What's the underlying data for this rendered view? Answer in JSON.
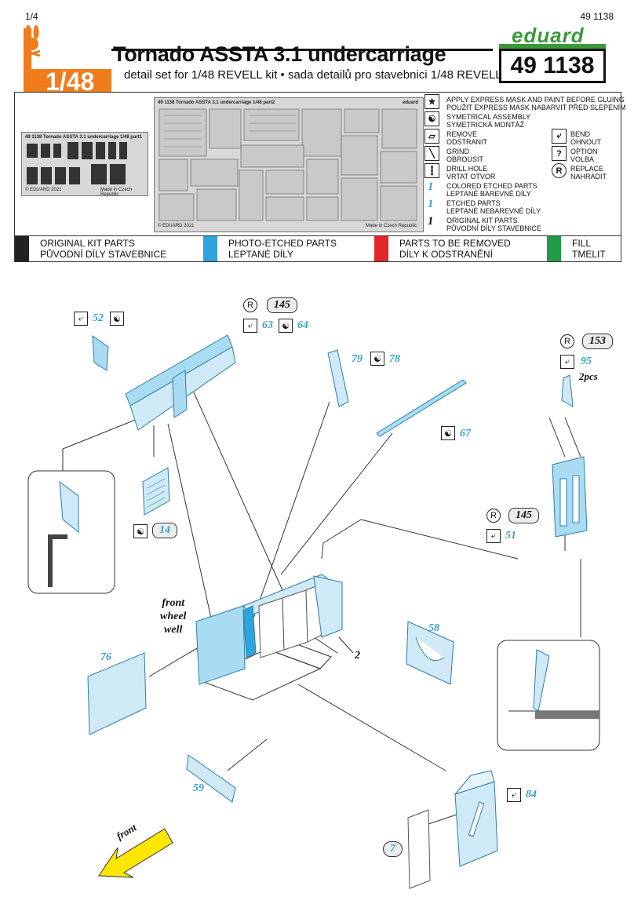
{
  "page": {
    "number": "1/4",
    "code_top": "49 1138"
  },
  "header": {
    "title": "Tornado ASSTA 3.1 undercarriage",
    "subtitle": "detail set for 1/48 REVELL kit • sada detailů pro stavebnici 1/48 REVELL",
    "scale": "1/48",
    "brand": "eduard",
    "product_code": "49 1138"
  },
  "frets": {
    "part1_label": "49 1138   Tornado ASSTA 3.1 undercarriage   1/48   part1",
    "part2_label": "49 1138   Tornado ASSTA 3.1 undercarriage   1/48   part2",
    "copyright": "© EDUARD 2021",
    "made_in": "Made in Czech Republic",
    "brand_small": "eduard"
  },
  "legend": [
    {
      "icon": "star-icon",
      "glyph": "★",
      "lines": [
        "APPLY EXPRESS MASK AND PAINT BEFORE GLUING",
        "POUŽIT EXPRESS MASK NABARVIT PŘED SLEPENÍM"
      ]
    },
    {
      "icon": "symmetric-icon",
      "glyph": "☯",
      "lines": [
        "SYMETRICAL ASSEMBLY",
        "SYMETRICKÁ MONTÁŽ"
      ]
    },
    {
      "icon": "remove-icon",
      "glyph": "▱",
      "lines": [
        "REMOVE",
        "ODSTRANIT"
      ]
    },
    {
      "icon": "grind-icon",
      "glyph": "╲",
      "lines": [
        "GRIND",
        "OBROUSIT"
      ]
    },
    {
      "icon": "drill-icon",
      "glyph": "┇",
      "lines": [
        "DRILL HOLE",
        "VRTAT OTVOR"
      ]
    },
    {
      "icon": "colored-part-icon",
      "glyph": "1",
      "lines": [
        "COLORED ETCHED PARTS",
        "LEPTANÉ BAREVNÉ DÍLY"
      ]
    },
    {
      "icon": "etched-part-icon",
      "glyph": "1",
      "lines": [
        "ETCHED PARTS",
        "LEPTANÉ NEBAREVNÉ DÍLY"
      ]
    },
    {
      "icon": "kit-part-icon",
      "glyph": "1",
      "lines": [
        "ORIGINAL KIT PARTS",
        "PŮVODNÍ DÍLY STAVEBNICE"
      ]
    }
  ],
  "legend_right": [
    {
      "icon": "bend-icon",
      "glyph": "⤶",
      "lines": [
        "BEND",
        "OHNOUT"
      ]
    },
    {
      "icon": "option-icon",
      "glyph": "?",
      "lines": [
        "OPTION",
        "VOLBA"
      ]
    },
    {
      "icon": "replace-icon",
      "glyph": "R",
      "lines": [
        "REPLACE",
        "NAHRADIT"
      ]
    }
  ],
  "color_band": [
    {
      "color": "#222222",
      "lines": [
        "ORIGINAL KIT PARTS",
        "PŮVODNÍ DÍLY STAVEBNICE"
      ]
    },
    {
      "color": "#2fa3dc",
      "lines": [
        "PHOTO-ETCHED PARTS",
        "LEPTANÉ DÍLY"
      ]
    },
    {
      "color": "#e02626",
      "lines": [
        "PARTS TO BE REMOVED",
        "DÍLY K ODSTRANĚNÍ"
      ]
    },
    {
      "color": "#1f9a48",
      "lines": [
        "FILL",
        "TMELIT"
      ]
    }
  ],
  "callouts": {
    "c52": "52",
    "c145a": "145",
    "c63": "63",
    "c64": "64",
    "c79": "79",
    "c78": "78",
    "c67": "67",
    "c14": "14",
    "c153": "153",
    "c95": "95",
    "c2pcs": "2pcs",
    "c145b": "145",
    "c51": "51",
    "c58": "58",
    "c2": "2",
    "c76": "76",
    "c59": "59",
    "c84": "84",
    "c7": "7",
    "front_wheel_well": [
      "front",
      "wheel",
      "well"
    ],
    "front_arrow": "front"
  },
  "colors": {
    "accent_orange": "#f07c1c",
    "pe_blue": "#a9dcf2",
    "pe_blue_line": "#3aa0cc",
    "brand_green": "#3a9a3a"
  }
}
